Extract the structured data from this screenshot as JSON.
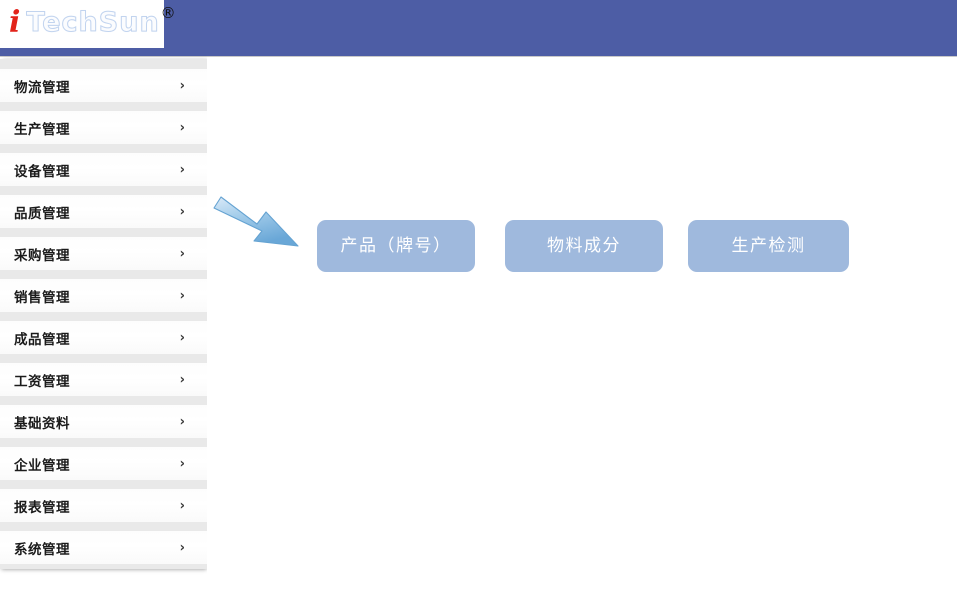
{
  "header": {
    "logo": {
      "initial": "i",
      "word": "TechSun",
      "registered_mark": "®",
      "initial_color": "#e2231a",
      "word_color": "#fbfcfe",
      "word_outline_color": "#c2d4ef"
    },
    "bar_color": "#4d5da5"
  },
  "sidebar": {
    "background_color": "#e9e9e9",
    "item_background_color": "#ffffff",
    "chevron_glyph": "›",
    "items": [
      {
        "label": "物流管理",
        "chevron": "›"
      },
      {
        "label": "生产管理",
        "chevron": "›"
      },
      {
        "label": "设备管理",
        "chevron": "›"
      },
      {
        "label": "品质管理",
        "chevron": "›"
      },
      {
        "label": "采购管理",
        "chevron": "›"
      },
      {
        "label": "销售管理",
        "chevron": "›"
      },
      {
        "label": "成品管理",
        "chevron": "›"
      },
      {
        "label": "工资管理",
        "chevron": "›"
      },
      {
        "label": "基础资料",
        "chevron": "›"
      },
      {
        "label": "企业管理",
        "chevron": "›"
      },
      {
        "label": "报表管理",
        "chevron": "›"
      },
      {
        "label": "系统管理",
        "chevron": "›"
      }
    ]
  },
  "main": {
    "background_color": "#ffffff",
    "tile_color": "#9fb9dd",
    "tile_text_color": "#ffffff",
    "tiles": [
      {
        "label": "产品（牌号）"
      },
      {
        "label": "物料成分"
      },
      {
        "label": "生产检测"
      }
    ],
    "annotation": {
      "type": "arrow",
      "points_to": "产品（牌号）",
      "fill_light": "#cfe3f5",
      "fill_dark": "#6aa9d8",
      "stroke": "#5f9fd1"
    }
  }
}
